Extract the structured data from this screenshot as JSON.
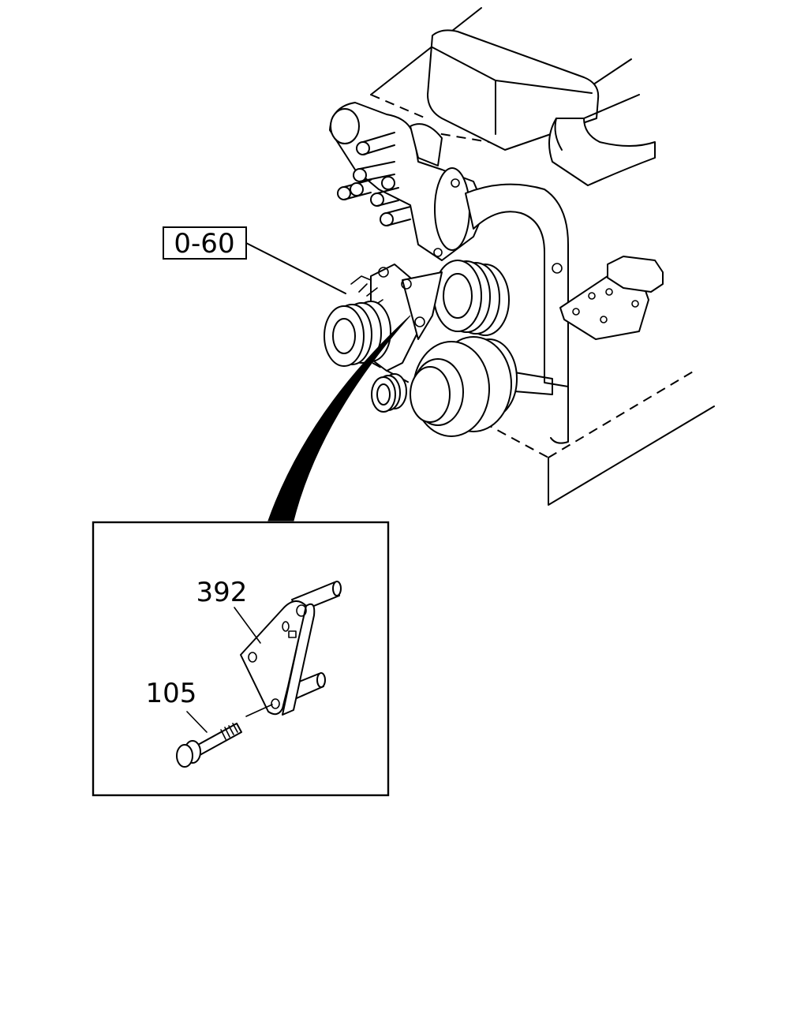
{
  "diagram": {
    "ref_label": "0-60",
    "callouts": {
      "bracket": "392",
      "bolt": "105"
    },
    "icons": [
      "engine-assembly",
      "bracket-part",
      "flange-bolt"
    ]
  }
}
